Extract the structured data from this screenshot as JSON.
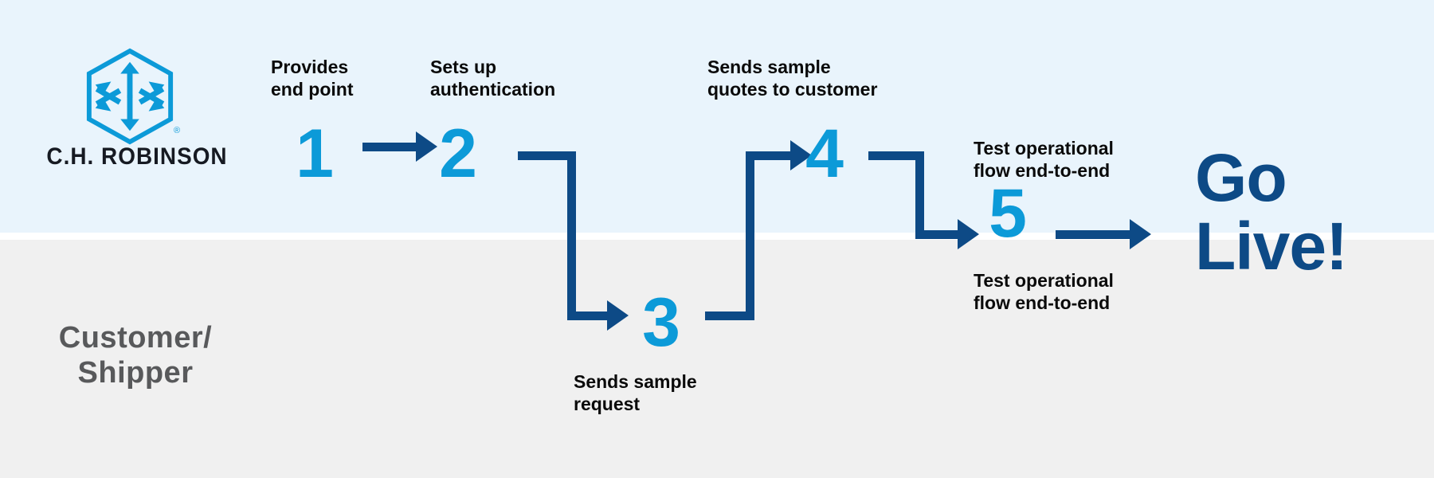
{
  "diagram": {
    "title_text": "Go\nLive!",
    "colors": {
      "lane_top_bg": "#e9f4fc",
      "lane_bottom_bg": "#f0f0f0",
      "accent_cyan": "#0c9ad8",
      "connector_navy": "#0d4a86",
      "caption_text": "#0a0a0a",
      "lane_label_gray": "#58595b",
      "wordmark_dark": "#161a22"
    }
  },
  "brand": {
    "logo_icon": "hexagon-arrows-logo",
    "wordmark": "C.H. ROBINSON",
    "registered_mark": "®"
  },
  "lanes": [
    {
      "id": "ch-robinson",
      "label": ""
    },
    {
      "id": "customer-shipper",
      "label": "Customer/\nShipper"
    }
  ],
  "steps": [
    {
      "number": "1",
      "caption_above": "Provides\nend point",
      "caption_below": "",
      "lane": "ch-robinson"
    },
    {
      "number": "2",
      "caption_above": "Sets up\nauthentication",
      "caption_below": "",
      "lane": "ch-robinson"
    },
    {
      "number": "3",
      "caption_above": "",
      "caption_below": "Sends sample\nrequest",
      "lane": "customer-shipper"
    },
    {
      "number": "4",
      "caption_above": "Sends sample\nquotes to customer",
      "caption_below": "",
      "lane": "ch-robinson"
    },
    {
      "number": "5",
      "caption_above": "Test operational\nflow end-to-end",
      "caption_below": "Test operational\nflow end-to-end",
      "lane": "both"
    }
  ],
  "connectors": [
    {
      "id": "arrow-1-to-2",
      "from": "1",
      "to": "2",
      "shape": "straight-right"
    },
    {
      "id": "arrow-2-to-3",
      "from": "2",
      "to": "3",
      "shape": "elbow-down-right"
    },
    {
      "id": "arrow-3-to-4",
      "from": "3",
      "to": "4",
      "shape": "elbow-up-right"
    },
    {
      "id": "arrow-4-to-5",
      "from": "4",
      "to": "5",
      "shape": "elbow-down-right"
    },
    {
      "id": "arrow-5-to-golive",
      "from": "5",
      "to": "Go Live!",
      "shape": "straight-right"
    }
  ],
  "final": {
    "line1": "Go",
    "line2": "Live!"
  }
}
